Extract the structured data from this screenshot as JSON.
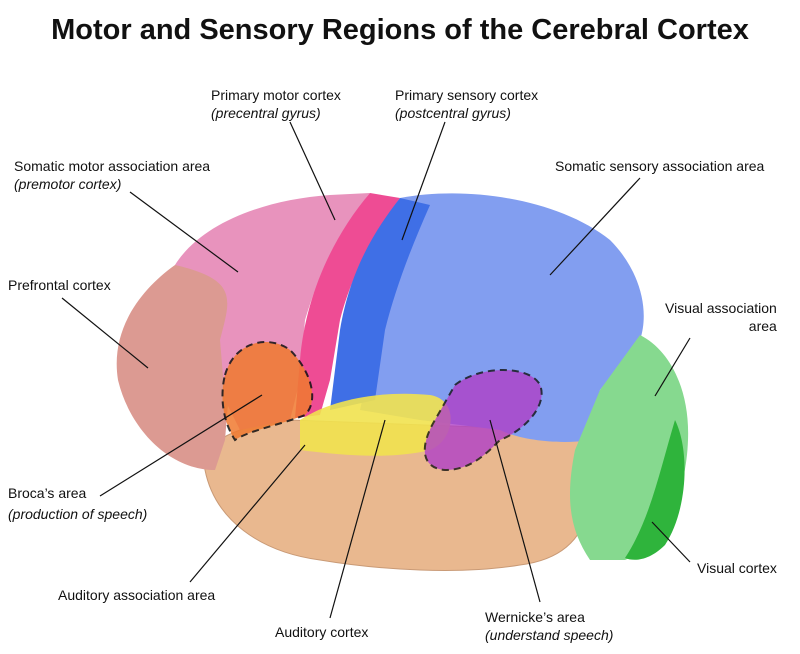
{
  "title": "Motor and Sensory Regions of the Cerebral Cortex",
  "labels": {
    "primary_motor": {
      "name": "Primary motor cortex",
      "sub": "(precentral gyrus)"
    },
    "primary_sensory": {
      "name": "Primary sensory cortex",
      "sub": "(postcentral gyrus)"
    },
    "somatic_motor_assoc": {
      "name": "Somatic motor association area",
      "sub": "(premotor cortex)"
    },
    "somatic_sensory_assoc": {
      "name": "Somatic sensory association area"
    },
    "prefrontal": {
      "name": "Prefrontal cortex"
    },
    "visual_assoc": {
      "name": "Visual association",
      "name2": "area"
    },
    "broca": {
      "name": "Broca’s area",
      "sub": "(production of speech)"
    },
    "visual_cortex": {
      "name": "Visual cortex"
    },
    "auditory_assoc": {
      "name": "Auditory association area"
    },
    "auditory_cortex": {
      "name": "Auditory cortex"
    },
    "wernicke": {
      "name": "Wernicke’s area",
      "sub": "(understand speech)"
    }
  },
  "colors": {
    "prefrontal": "#dc9a92",
    "premotor": "#e893bd",
    "motor": "#ee4c94",
    "sensory": "#3f6fe6",
    "sensory_assoc": "#829ef0",
    "visual_assoc": "#86d98f",
    "visual": "#2fb43c",
    "temporal": "#e9b88f",
    "auditory": "#f1e24f",
    "broca": "#f07a30",
    "wernicke": "#b040c8"
  }
}
